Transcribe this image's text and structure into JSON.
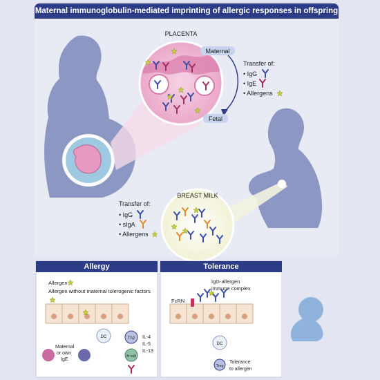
{
  "title": "Maternal immunoglobulin-mediated imprinting of allergic responses in offspring",
  "placenta": {
    "label": "PLACENTA",
    "maternal": "Maternal",
    "fetal": "Fetal",
    "transfer_title": "Transfer of:",
    "items": [
      "• IgG",
      "• IgE",
      "• Allergens"
    ]
  },
  "breast_milk": {
    "label": "BREAST MILK",
    "transfer_title": "Transfer of:",
    "items": [
      "• IgG",
      "• sIgA",
      "• Allergens"
    ]
  },
  "allergy": {
    "header": "Allergy",
    "legend_allergen": "Allergen",
    "legend_without": "Allergen without maternal tolerogenic factors",
    "dc": "DC",
    "th2": "Th2",
    "bcell": "B cell",
    "cytokines": [
      "IL-4",
      "IL-5",
      "IL-13"
    ],
    "maternal_ige": [
      "Maternal",
      "or own",
      "IgE"
    ]
  },
  "tolerance": {
    "header": "Tolerance",
    "complex": [
      "IgG-allergen",
      "immune complex"
    ],
    "fcrn": "FcRN",
    "dc": "DC",
    "treg": "Treg",
    "outcome": [
      "Tolerance",
      "to allergen"
    ]
  },
  "colors": {
    "navy": "#2c3c86",
    "silhouette": "#8d97c4",
    "pink": "#e69ac1",
    "igg": "#3a4fa6",
    "ige": "#a1305e",
    "siga": "#e08a2a",
    "allergen": "#c9cf3c"
  }
}
